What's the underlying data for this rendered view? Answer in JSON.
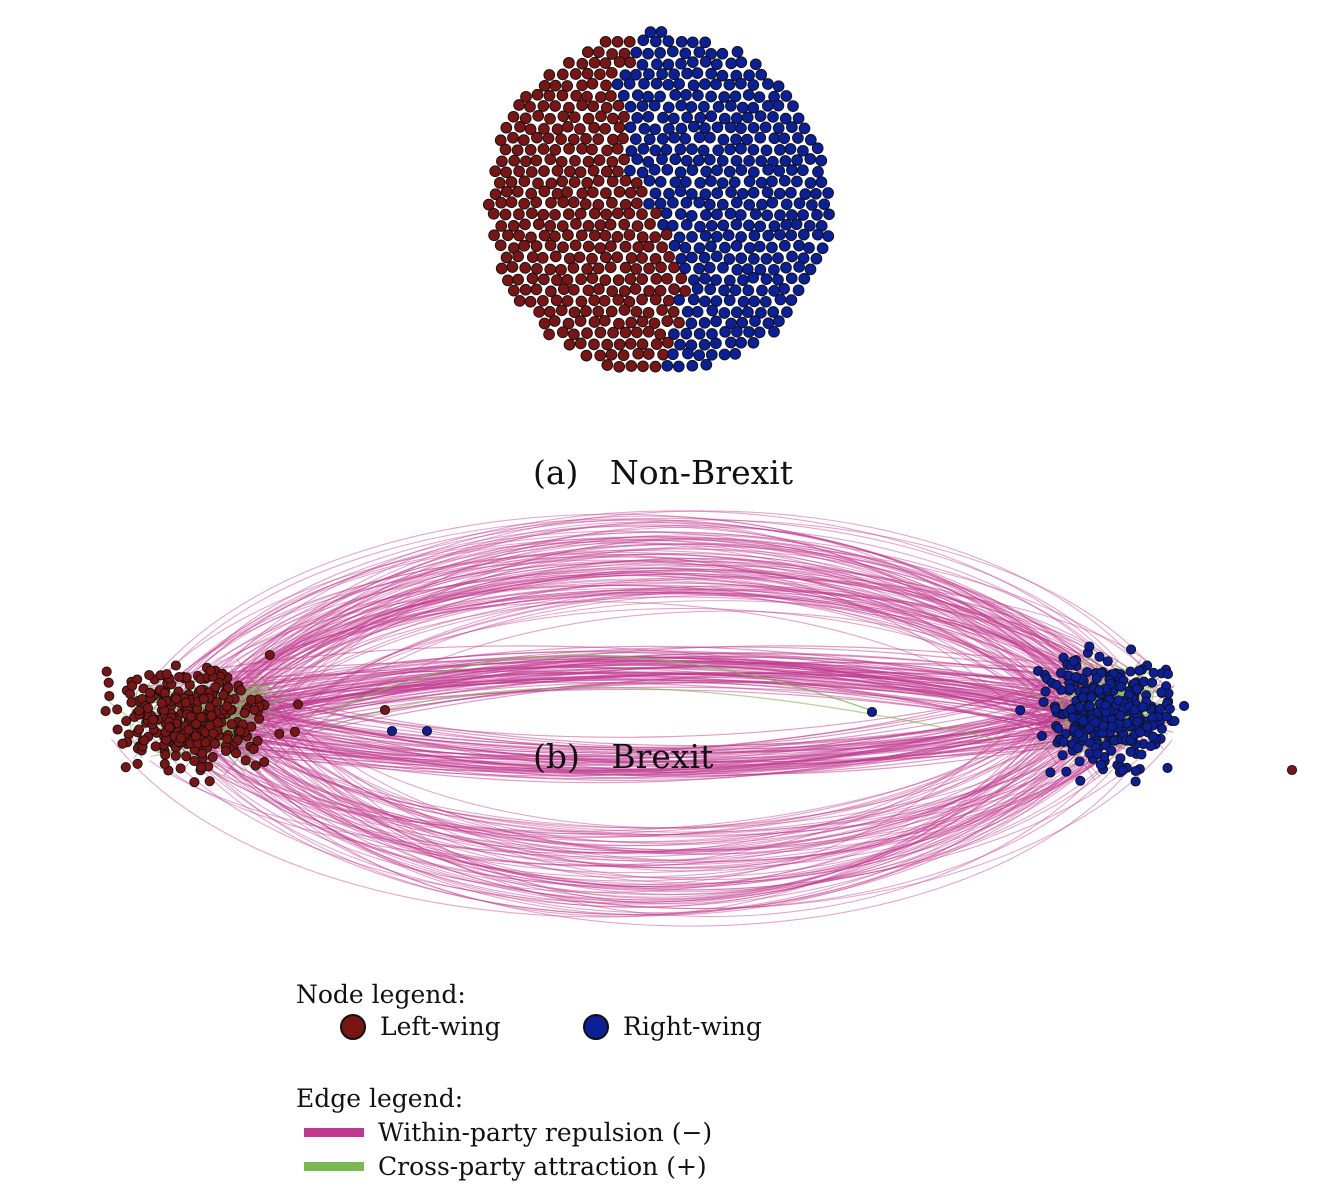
{
  "panel_a": {
    "label": "(a)",
    "title": "Non-Brexit"
  },
  "panel_b": {
    "label": "(b)",
    "title": "Brexit"
  },
  "node_legend": {
    "title": "Node legend:",
    "left": "Left-wing",
    "right": "Right-wing"
  },
  "edge_legend": {
    "title": "Edge legend:",
    "repulsion": "Within-party repulsion (−)",
    "attraction": "Cross-party attraction (+)"
  },
  "colors": {
    "left_node": "#7a1515",
    "right_node": "#0b1f96",
    "repulsion_edge": "#c0398f",
    "attraction_edge": "#7ab852",
    "node_stroke": "#111111"
  }
}
